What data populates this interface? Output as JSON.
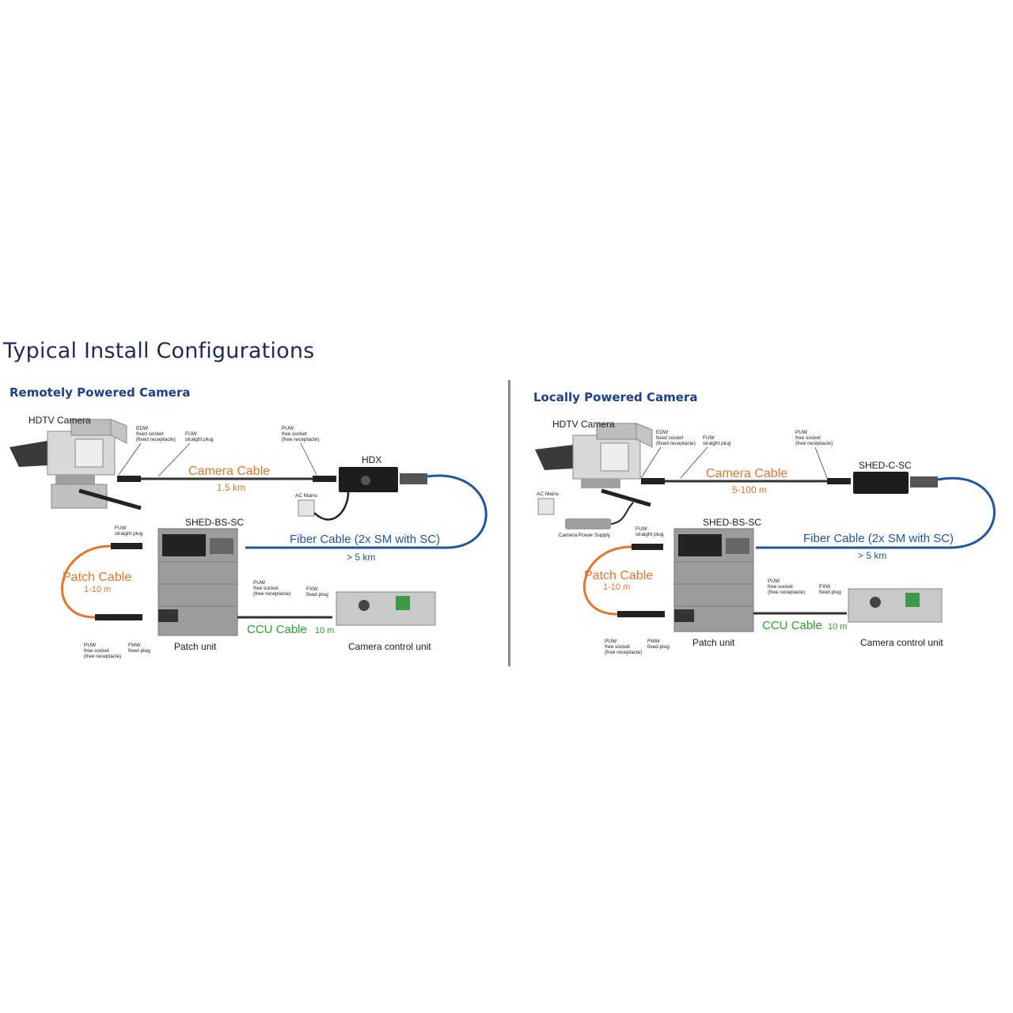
{
  "title": "Typical Install Configurations",
  "left": {
    "subtitle": "Remotely Powered Camera",
    "camera_label": "HDTV Camera",
    "edw": [
      "EDW",
      "fixed socket",
      "(fixed receptacle)"
    ],
    "fuw_top": [
      "FUW",
      "straight plug"
    ],
    "puw_top": [
      "PUW",
      "free socket",
      "(free receptacle)"
    ],
    "camera_cable": "Camera Cable",
    "camera_cable_len": "1.5 km",
    "hdx": "HDX",
    "ac_mains": "AC Mains",
    "shed": "SHED-BS-SC",
    "fiber_cable": "Fiber Cable (2x SM with SC)",
    "fiber_len": "> 5 km",
    "fuw_left": [
      "FUW",
      "straight plug"
    ],
    "patch_cable": "Patch Cable",
    "patch_len": "1-10 m",
    "puw_mid": [
      "PUW",
      "free socket",
      "(free receptacle)"
    ],
    "fxw": [
      "FXW",
      "fixed plug"
    ],
    "ccu_cable": "CCU Cable",
    "ccu_len": "10 m",
    "puw_bottom": [
      "PUW",
      "free socket",
      "(free receptacle)"
    ],
    "fmw": [
      "FMW",
      "fixed plug"
    ],
    "patch_unit": "Patch unit",
    "ccu_label": "Camera control unit"
  },
  "right": {
    "subtitle": "Locally Powered Camera",
    "camera_label": "HDTV Camera",
    "edw": [
      "EDW",
      "fixed socket",
      "(fixed receptacle)"
    ],
    "fuw_top": [
      "FUW",
      "straight plug"
    ],
    "puw_top": [
      "PUW",
      "free socket",
      "(free receptacle)"
    ],
    "camera_cable": "Camera Cable",
    "camera_cable_len": "5-100 m",
    "shed_c": "SHED-C-SC",
    "ac_mains": "AC Mains",
    "power_supply": "Camera Power Supply",
    "shed": "SHED-BS-SC",
    "fiber_cable": "Fiber Cable (2x SM with SC)",
    "fiber_len": "> 5 km",
    "fuw_left": [
      "FUW",
      "straight plug"
    ],
    "patch_cable": "Patch Cable",
    "patch_len": "1-10 m",
    "puw_mid": [
      "PUW",
      "free socket",
      "(free receptacle)"
    ],
    "fxw": [
      "FXW",
      "fixed plug"
    ],
    "ccu_cable": "CCU Cable",
    "ccu_len": "10 m",
    "puw_bottom": [
      "PUW",
      "free socket",
      "(free receptacle)"
    ],
    "fmw": [
      "FMW",
      "fixed plug"
    ],
    "patch_unit": "Patch unit",
    "ccu_label": "Camera control unit"
  },
  "colors": {
    "title": "#1f2a55",
    "subtitle": "#1e3f8a",
    "camera_cable": "#e8742a",
    "fiber_cable": "#1f56a0",
    "ccu_cable": "#2aa22a",
    "divider": "#8a8a8a"
  }
}
